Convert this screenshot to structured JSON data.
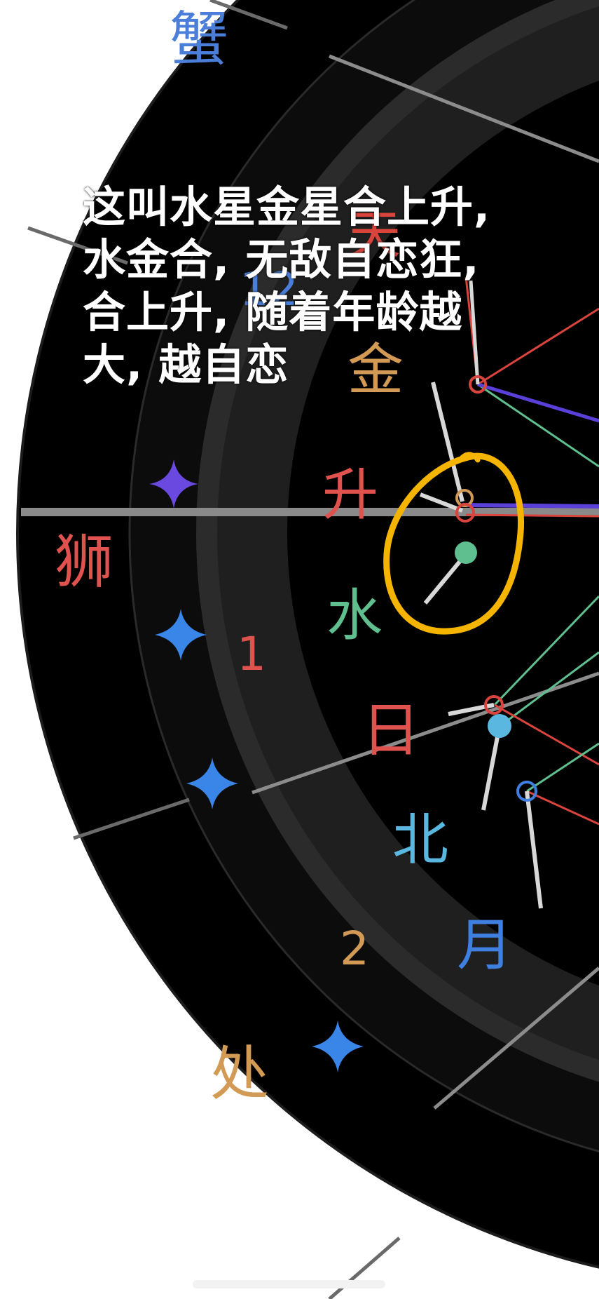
{
  "chart": {
    "sign_labels": {
      "cancer": "蟹",
      "leo": "狮",
      "virgo": "处"
    },
    "house_numbers": {
      "house_12": "12",
      "house_1": "1",
      "house_2": "2"
    },
    "planet_labels": {
      "uranus": "天",
      "venus": "金",
      "ascendant": "升",
      "mercury": "水",
      "sun": "日",
      "north_node": "北",
      "moon": "月"
    }
  },
  "caption": {
    "line_1": "这叫水星金星合上升,",
    "line_2": "水金合, 无敌自恋狂,",
    "line_3": "合上升, 随着年龄越",
    "line_4": "大, 越自恋"
  },
  "colors": {
    "background": "#000000",
    "outer_ring": "#141414",
    "middle_ring": "#1a1a1a",
    "grey_band": "#2e2e2e",
    "cancer_label": "#4a7ed8",
    "leo_label": "#e0524d",
    "virgo_label": "#d39a55",
    "house_12_number": "#4a7ed8",
    "house_1_number": "#e0524d",
    "house_2_number": "#d39a55",
    "venus_label": "#d39a55",
    "ascendant_label": "#e0524d",
    "mercury_label": "#5fbf8f",
    "sun_label": "#e0524d",
    "north_node_label": "#5ab8e0",
    "moon_label": "#3f7fe0",
    "star_purple": "#6a49e0",
    "star_blue": "#3a86e8",
    "aspect_red": "#d9443c",
    "aspect_green": "#5fbf8f",
    "aspect_purple": "#5a3fd8",
    "highlight_circle": "#f5b400",
    "caption_text": "#ffffff"
  },
  "icons": [
    "four-point-star-icon",
    "planet-marker-icon",
    "handdrawn-circle-annotation"
  ]
}
